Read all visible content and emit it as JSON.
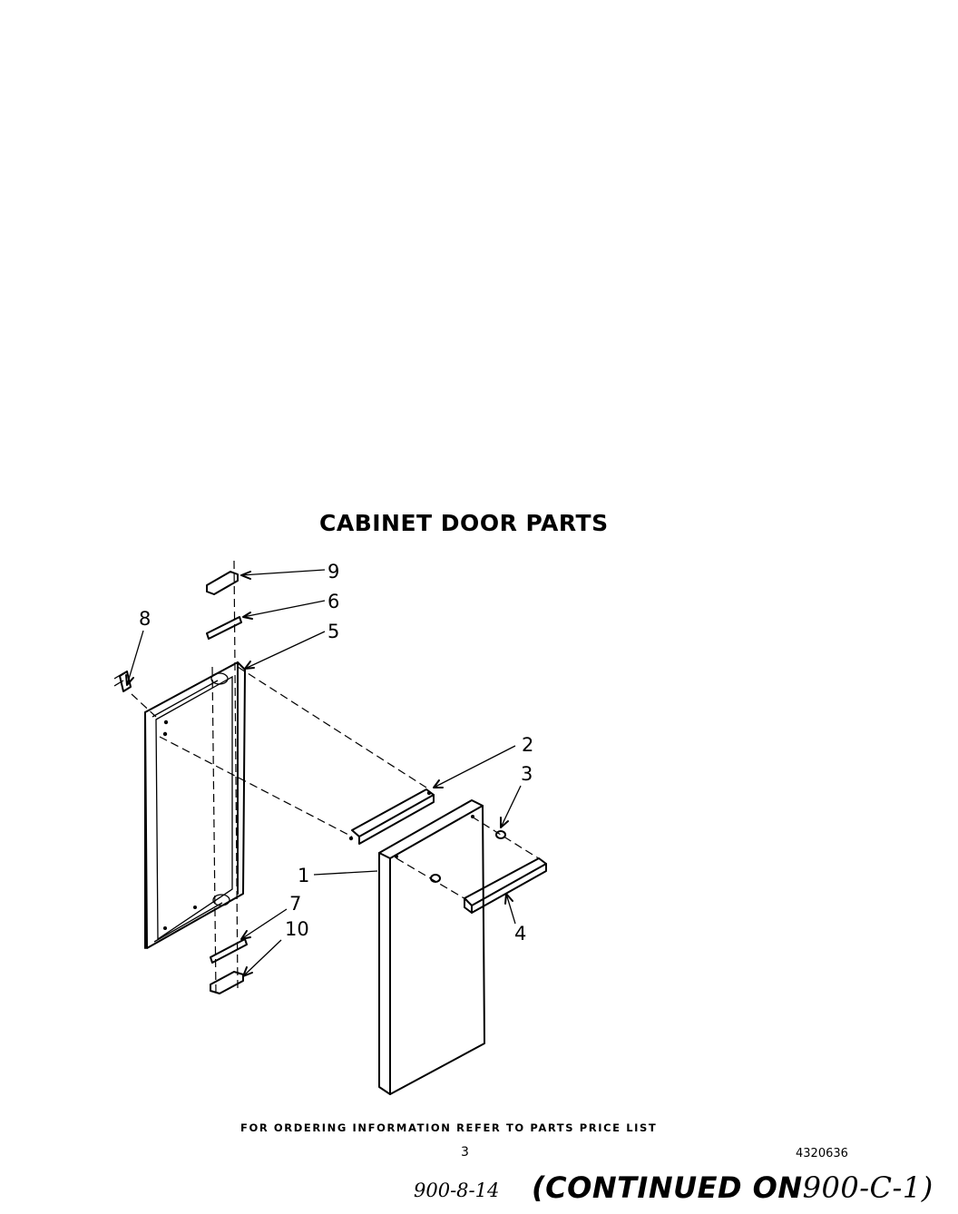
{
  "title": "CABINET DOOR PARTS",
  "callouts": [
    {
      "id": "1",
      "label": "1"
    },
    {
      "id": "2",
      "label": "2"
    },
    {
      "id": "3",
      "label": "3"
    },
    {
      "id": "4",
      "label": "4"
    },
    {
      "id": "5",
      "label": "5"
    },
    {
      "id": "6",
      "label": "6"
    },
    {
      "id": "7",
      "label": "7"
    },
    {
      "id": "8",
      "label": "8"
    },
    {
      "id": "9",
      "label": "9"
    },
    {
      "id": "10",
      "label": "10"
    }
  ],
  "footer": {
    "ordering_note": "FOR ORDERING INFORMATION REFER TO PARTS PRICE LIST",
    "page_number": "3",
    "document_number": "4320636",
    "handwritten_ref": "900-8-14",
    "continued_label": "(CONTINUED ON",
    "continued_ref": "900-C-1)"
  }
}
